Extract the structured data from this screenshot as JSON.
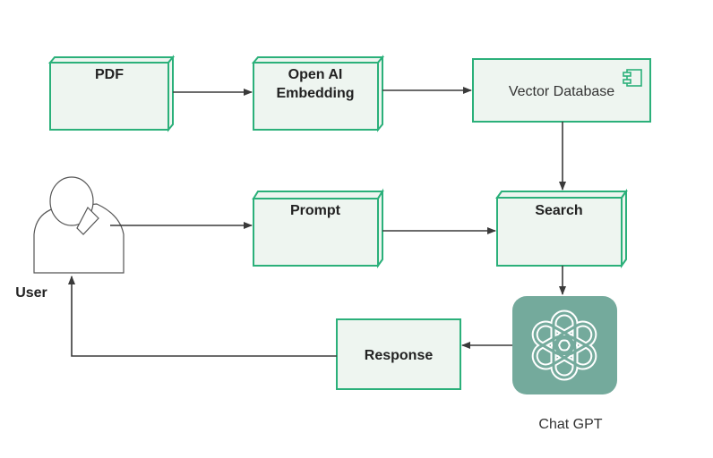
{
  "colors": {
    "node_fill": "#eef5f0",
    "node_border": "#2bb07a",
    "arrow": "#3a3a3a",
    "chatgpt_bg": "#74aa9c",
    "user_stroke": "#555555"
  },
  "nodes": {
    "pdf": {
      "label": "PDF"
    },
    "embedding": {
      "line1": "Open AI",
      "line2": "Embedding"
    },
    "vector_db": {
      "label": "Vector Database",
      "icon": "component-icon"
    },
    "prompt": {
      "label": "Prompt"
    },
    "search": {
      "label": "Search"
    },
    "response": {
      "label": "Response"
    },
    "chatgpt": {
      "caption": "Chat GPT",
      "icon": "openai-logo-icon"
    },
    "user": {
      "label": "User",
      "icon": "user-actor-icon"
    }
  }
}
